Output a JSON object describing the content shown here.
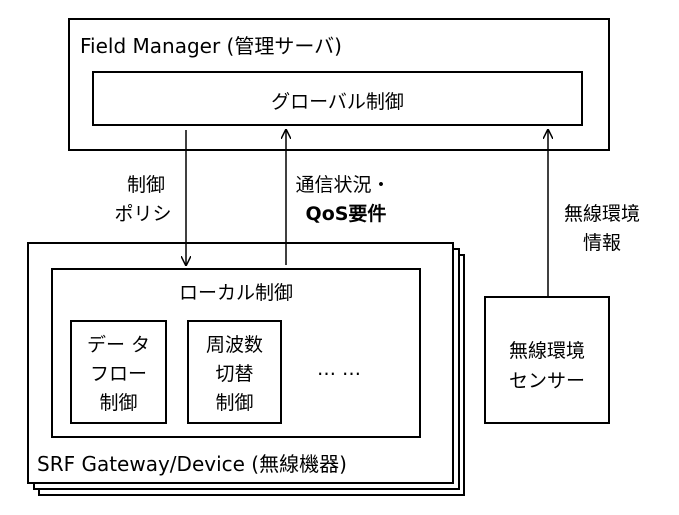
{
  "field_manager": {
    "title": "Field Manager (管理サーバ)",
    "global_control": "グローバル制御"
  },
  "labels": {
    "control_policy": [
      "制御",
      "ポリシ"
    ],
    "comm_status": [
      "通信状況・",
      "QoS要件"
    ],
    "radio_env_info": [
      "無線環境",
      "情報"
    ]
  },
  "gateway": {
    "title": "SRF Gateway/Device (無線機器)",
    "local_control": "ローカル制御",
    "modules": [
      {
        "lines": [
          "デー タ",
          "フロー",
          "制御"
        ]
      },
      {
        "lines": [
          "周波数",
          "切替",
          "制御"
        ]
      }
    ],
    "ellipsis": "…  …"
  },
  "sensor": {
    "lines": [
      "無線環境",
      "センサー"
    ]
  }
}
